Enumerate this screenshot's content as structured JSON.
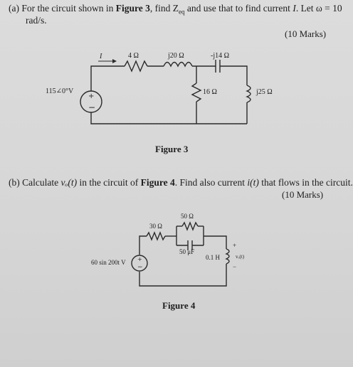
{
  "part_a": {
    "line1": "(a)  For the circuit shown in ",
    "fig_ref": "Figure 3",
    "line1b": ", find Z",
    "zeq_sub": "eq",
    "line1c": " and use that to find current ",
    "i_sym": "I",
    "line1d": ". Let ω = 10",
    "line2": "rad/s.",
    "marks": "(10 Marks)"
  },
  "figure3": {
    "current_label": "I",
    "r1": "4 Ω",
    "l1": "j20 Ω",
    "c1": "-j14 Ω",
    "source": "115∠0°V",
    "r2": "16 Ω",
    "l2": "j25 Ω",
    "caption": "Figure 3"
  },
  "part_b": {
    "line1_a": "(b)  Calculate ",
    "vo_sym": "vₒ(t)",
    "line1_b": " in the circuit of ",
    "fig_ref": "Figure 4",
    "line1_c": ". Find also current ",
    "i_sym": "i(t)",
    "line1_d": " that flows in the circuit.",
    "marks": "(10 Marks)"
  },
  "figure4": {
    "r30": "30 Ω",
    "r50": "50 Ω",
    "cap": "50 μF",
    "ind": "0.1 H",
    "vo": "vₒ(t)",
    "plus": "+",
    "minus": "−",
    "source": "60 sin 200t V",
    "caption": "Figure 4"
  }
}
